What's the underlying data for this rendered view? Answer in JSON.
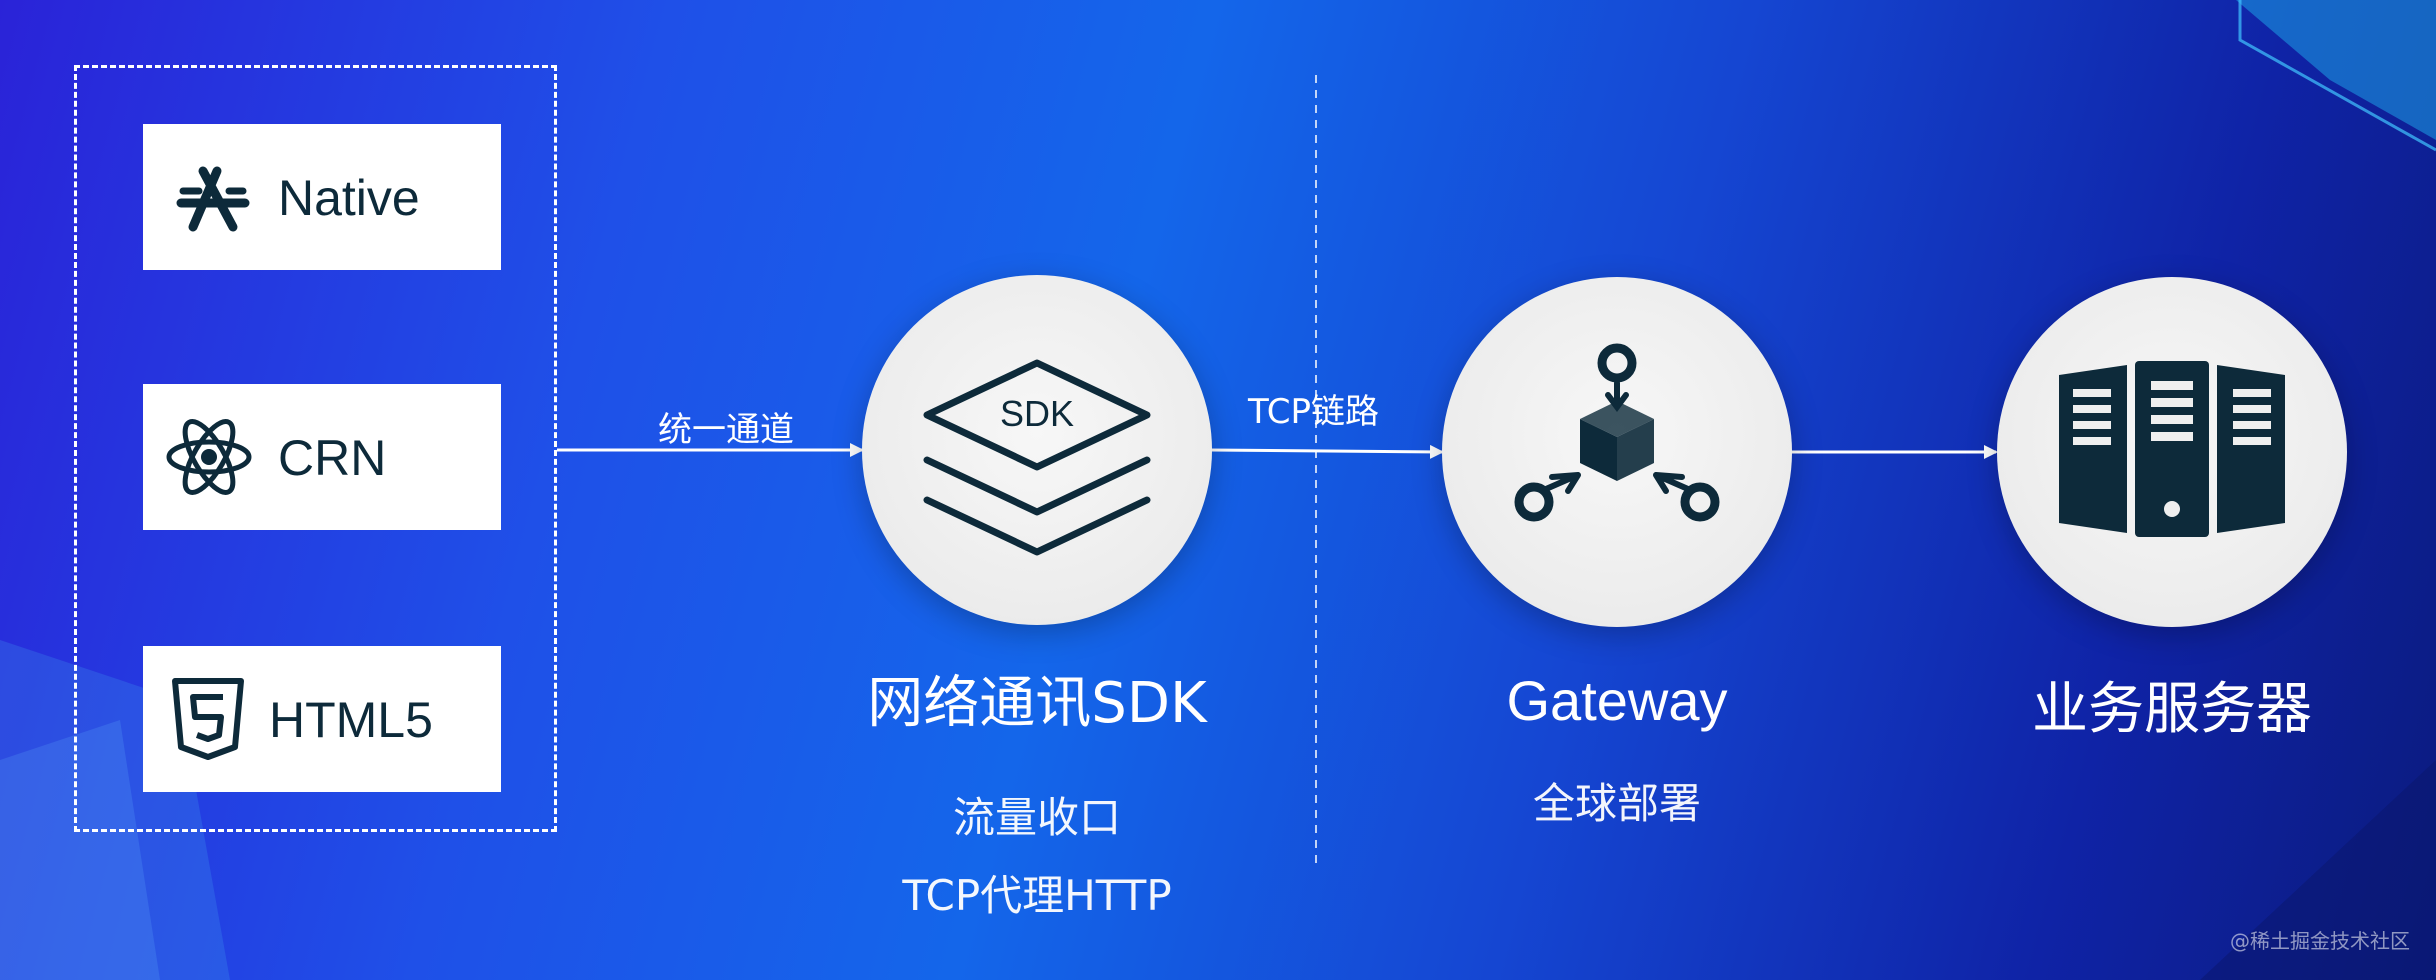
{
  "clients": [
    {
      "label": "Native",
      "icon": "app-store-icon"
    },
    {
      "label": "CRN",
      "icon": "react-icon"
    },
    {
      "label": "HTML5",
      "icon": "html5-icon"
    }
  ],
  "edges": {
    "unified_channel": "统一通道",
    "tcp_link": "TCP链路"
  },
  "nodes": {
    "sdk": {
      "badge": "SDK",
      "title": "网络通讯SDK",
      "subtitles": [
        "流量收口",
        "TCP代理HTTP"
      ],
      "icon": "layers-icon"
    },
    "gateway": {
      "title": "Gateway",
      "subtitle": "全球部署",
      "icon": "gateway-hub-icon"
    },
    "server": {
      "title": "业务服务器",
      "icon": "server-rack-icon"
    }
  },
  "watermark": "@稀土掘金技术社区",
  "colors": {
    "icon_dark": "#0d2a3a",
    "line": "#ffffff",
    "node_fill": "#efefef"
  }
}
